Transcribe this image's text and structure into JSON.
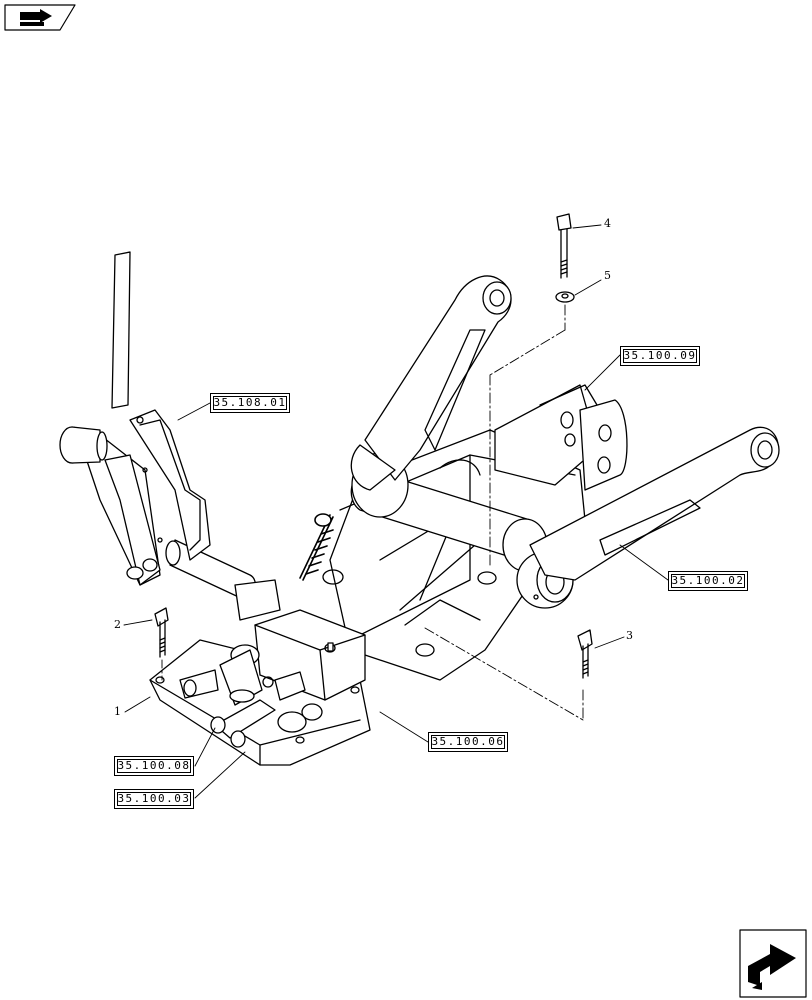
{
  "diagram": {
    "reference_links": [
      {
        "id": "ref-35-108-01",
        "label": "35.108.01"
      },
      {
        "id": "ref-35-100-09",
        "label": "35.100.09"
      },
      {
        "id": "ref-35-100-02",
        "label": "35.100.02"
      },
      {
        "id": "ref-35-100-06",
        "label": "35.100.06"
      },
      {
        "id": "ref-35-100-08",
        "label": "35.100.08"
      },
      {
        "id": "ref-35-100-03",
        "label": "35.100.03"
      }
    ],
    "callouts": [
      {
        "id": "callout-1",
        "label": "1"
      },
      {
        "id": "callout-2",
        "label": "2"
      },
      {
        "id": "callout-3",
        "label": "3"
      },
      {
        "id": "callout-4",
        "label": "4"
      },
      {
        "id": "callout-5",
        "label": "5"
      }
    ]
  },
  "navigation": {
    "top_icon": "book-icon",
    "bottom_icon": "next-page-arrow-icon"
  }
}
